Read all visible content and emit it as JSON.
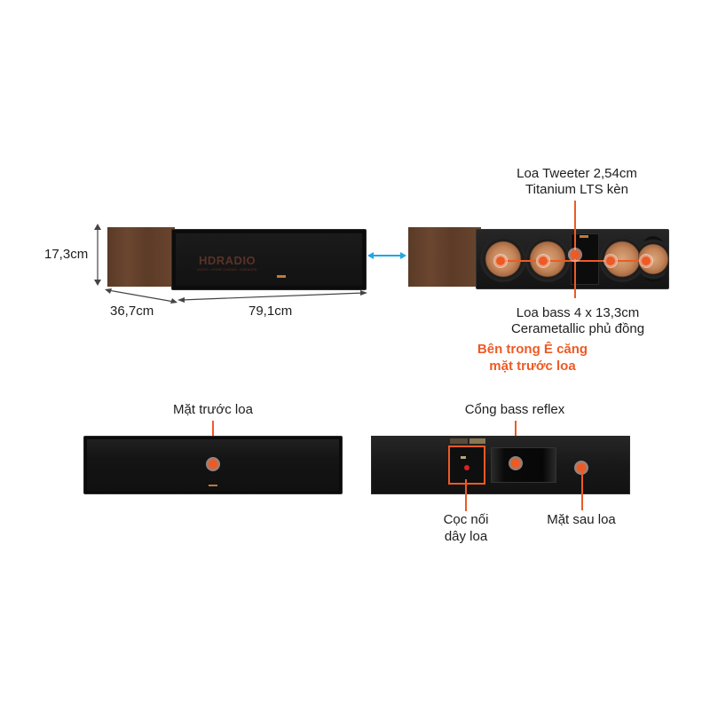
{
  "dimensions": {
    "height": "17,3cm",
    "depth": "36,7cm",
    "width": "79,1cm"
  },
  "product_top_left": {
    "watermark_brand": "HDRADIO",
    "watermark_tagline": "AUDIO - HOME CINEMA - KARAOKE"
  },
  "callouts": {
    "tweeter": {
      "line1": "Loa Tweeter 2,54cm",
      "line2": "Titanium LTS kèn"
    },
    "woofer": {
      "line1": "Loa bass 4 x 13,3cm",
      "line2": "Cerametallic phủ đồng"
    },
    "inside_title": {
      "line1": "Bên trong Ê căng",
      "line2": "mặt trước loa"
    },
    "front_face": "Mặt trước loa",
    "bass_port": "Cổng bass reflex",
    "binding_posts": {
      "line1": "Cọc nối",
      "line2": "dây loa"
    },
    "rear_face": "Mặt sau loa"
  },
  "colors": {
    "accent_orange": "#ee5a24",
    "arrow_blue": "#1ea7e8",
    "wood": "#5c3b27",
    "cabinet_black": "#161616"
  }
}
